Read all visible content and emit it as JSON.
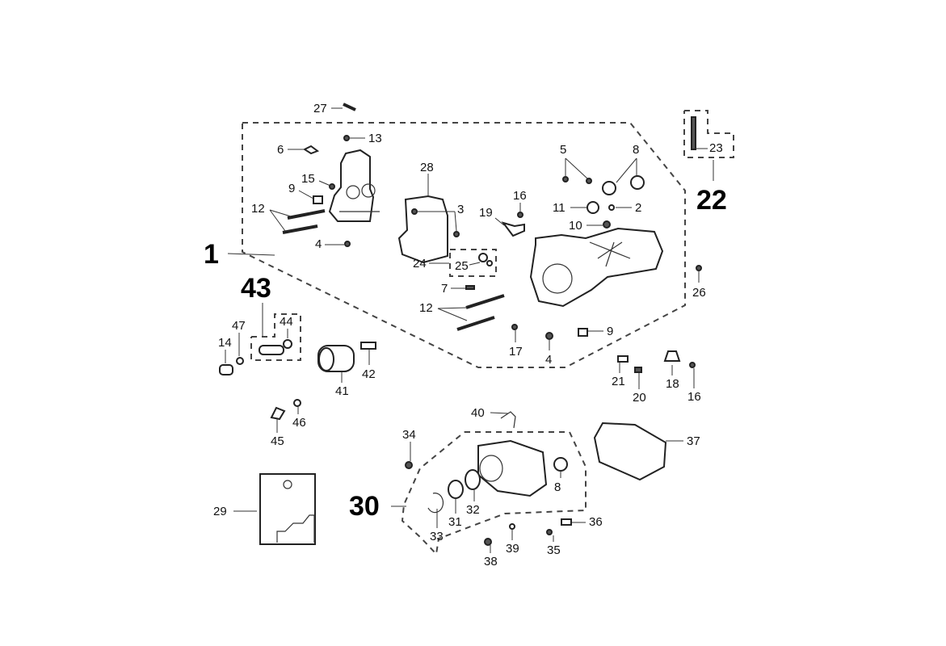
{
  "diagram": {
    "title": "Engine crankcase exploded parts diagram",
    "groups": {
      "g1": "1",
      "g22": "22",
      "g30": "30",
      "g43": "43"
    },
    "callouts": {
      "c2": "2",
      "c3": "3",
      "c4a": "4",
      "c4b": "4",
      "c5": "5",
      "c6": "6",
      "c7": "7",
      "c8a": "8",
      "c8b": "8",
      "c9a": "9",
      "c9b": "9",
      "c10": "10",
      "c11": "11",
      "c12a": "12",
      "c12b": "12",
      "c13": "13",
      "c14": "14",
      "c15": "15",
      "c16a": "16",
      "c16b": "16",
      "c17": "17",
      "c18": "18",
      "c19": "19",
      "c20": "20",
      "c21": "21",
      "c23": "23",
      "c24": "24",
      "c25": "25",
      "c26": "26",
      "c27": "27",
      "c28": "28",
      "c29": "29",
      "c31": "31",
      "c32": "32",
      "c33": "33",
      "c34": "34",
      "c35": "35",
      "c36": "36",
      "c37": "37",
      "c38": "38",
      "c39": "39",
      "c40": "40",
      "c41": "41",
      "c42": "42",
      "c44": "44",
      "c45": "45",
      "c46": "46",
      "c47": "47"
    }
  }
}
